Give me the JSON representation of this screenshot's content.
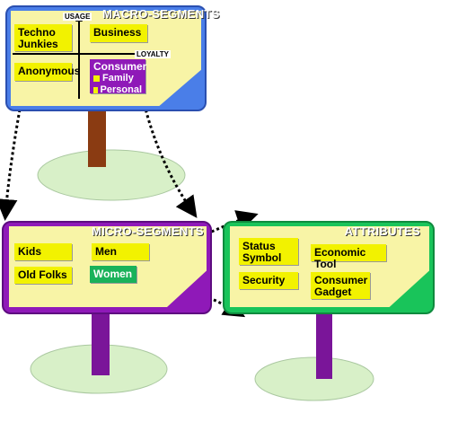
{
  "macro": {
    "title": "MACRO-SEGMENTS",
    "axis_usage": "USAGE",
    "axis_loyalty": "LOYALTY",
    "segments": [
      "Techno\nJunkies",
      "Business",
      "Anonymous"
    ],
    "consumer": {
      "label": "Consumer",
      "items": [
        "Family",
        "Personal"
      ]
    }
  },
  "micro": {
    "title": "MICRO-SEGMENTS",
    "segments": [
      "Kids",
      "Men",
      "Old Folks",
      "Women"
    ]
  },
  "attributes": {
    "title": "ATTRIBUTES",
    "items": [
      "Status\nSymbol",
      "Economic Tool",
      "Security",
      "Consumer\nGadget"
    ]
  },
  "colors": {
    "macro_board": "#4a7ee8",
    "micro_board": "#8f19b8",
    "attr_board": "#19c45a",
    "paper": "#f8f4a6",
    "label": "#f2f200",
    "pole": "#8a3b12",
    "base": "#d8f0c8"
  }
}
